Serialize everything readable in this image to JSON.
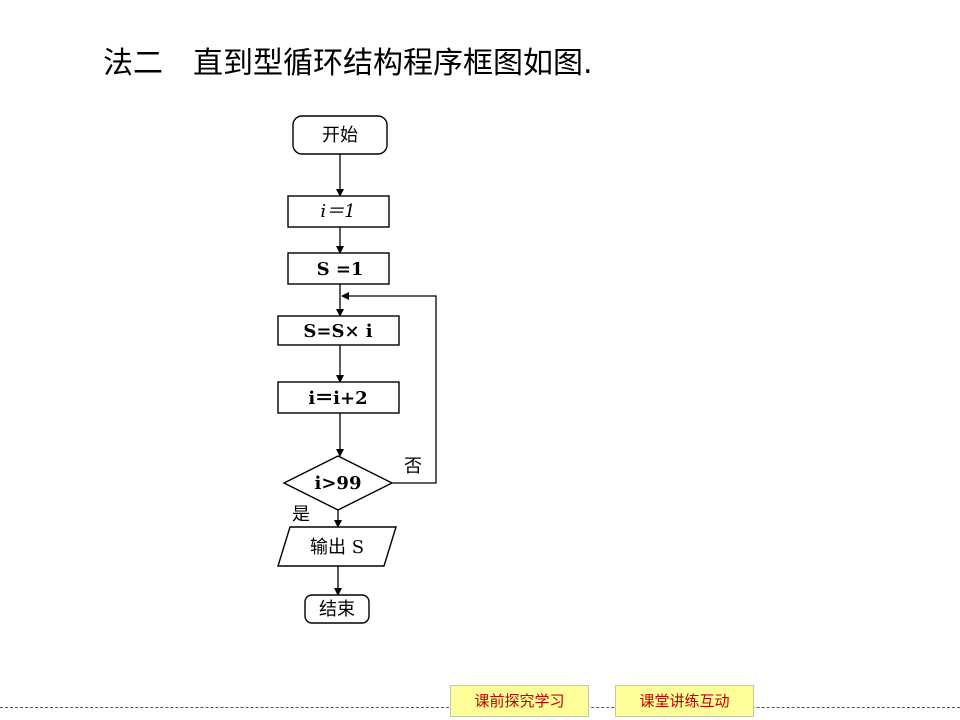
{
  "heading": "法二　直到型循环结构程序框图如图.",
  "flowchart": {
    "start": "开始",
    "init_i": "i＝1",
    "init_s": "S =1",
    "multiply": "S=S× i",
    "increment": "i＝i+2",
    "condition": "i>99",
    "no_label": "否",
    "yes_label": "是",
    "output": "输出 S",
    "end": "结束"
  },
  "nav": {
    "button1": "课前探究学习",
    "button2": "课堂讲练互动"
  }
}
